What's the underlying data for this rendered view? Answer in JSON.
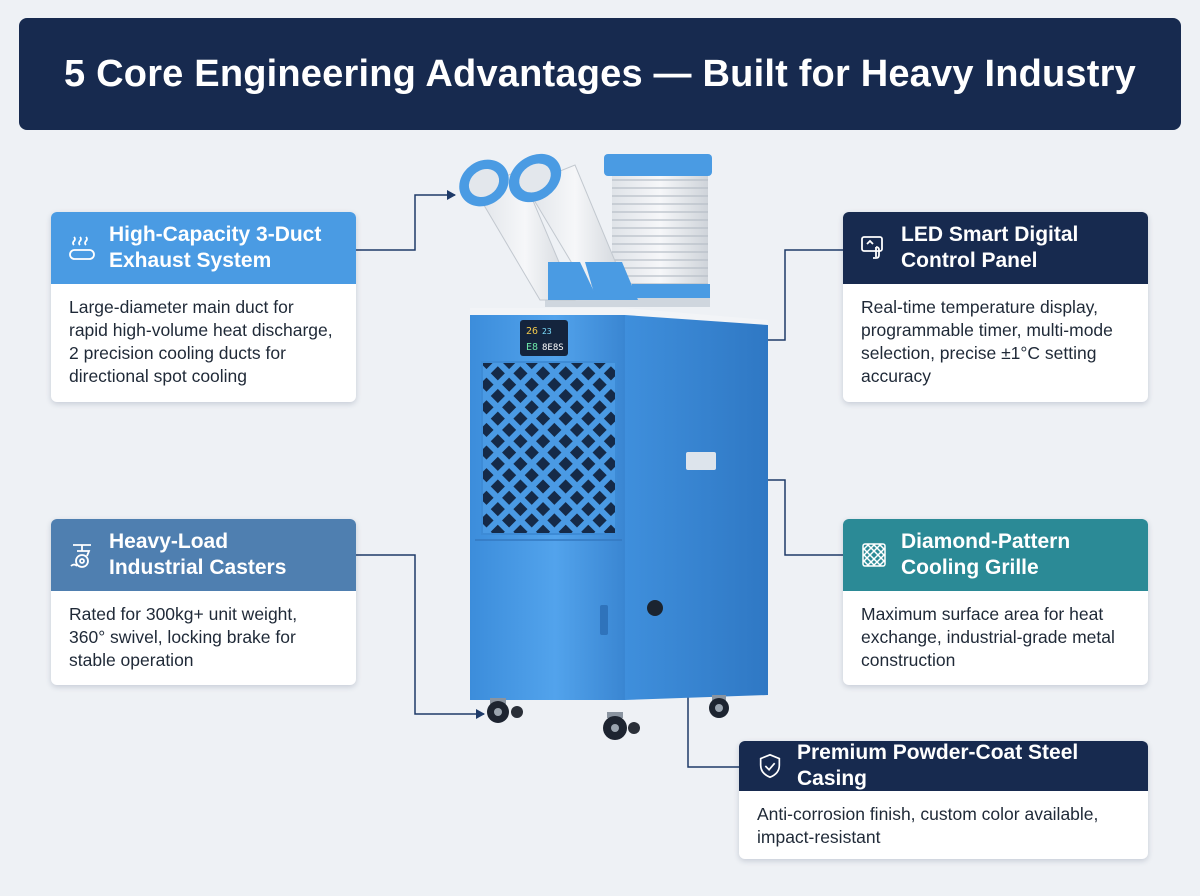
{
  "title": "5 Core Engineering Advantages — Built for Heavy Industry",
  "colors": {
    "banner": "#172a4f",
    "exhaust_header": "#4a9be3",
    "casters_header": "#4f7fb0",
    "control_header": "#172a4f",
    "grille_header": "#2b8a96",
    "casing_header": "#172a4f",
    "unit_body": "#4a99e4",
    "connector": "#1e3a68"
  },
  "features": [
    {
      "id": "exhaust",
      "icon": "heat-duct-icon",
      "title_lines": [
        "High-Capacity 3-Duct",
        "Exhaust System"
      ],
      "body_lines": [
        "Large-diameter main duct for",
        "rapid high-volume heat discharge,",
        "2 precision cooling ducts for",
        "directional spot cooling"
      ]
    },
    {
      "id": "control",
      "icon": "touch-panel-icon",
      "title_lines": [
        "LED Smart Digital",
        "Control Panel"
      ],
      "body_lines": [
        "Real-time temperature display,",
        "programmable timer, multi-mode",
        "selection, precise ±1°C setting",
        "accuracy"
      ]
    },
    {
      "id": "casters",
      "icon": "caster-wheel-icon",
      "title_lines": [
        "Heavy-Load",
        "Industrial Casters"
      ],
      "body_lines": [
        "Rated for 300kg+ unit weight,",
        "360° swivel, locking brake for",
        "stable operation"
      ]
    },
    {
      "id": "grille",
      "icon": "mesh-grille-icon",
      "title_lines": [
        "Diamond-Pattern",
        "Cooling Grille"
      ],
      "body_lines": [
        "Maximum surface area for heat",
        "exchange, industrial-grade metal",
        "construction"
      ]
    },
    {
      "id": "casing",
      "icon": "shield-check-icon",
      "title_lines": [
        "Premium Powder-Coat Steel Casing"
      ],
      "body_lines": [
        "Anti-corrosion finish, custom color available,",
        "impact-resistant"
      ]
    }
  ],
  "display": {
    "upper_left": "26",
    "upper_right": "23",
    "lower_left": "E8",
    "lower_right": "8E8S"
  }
}
